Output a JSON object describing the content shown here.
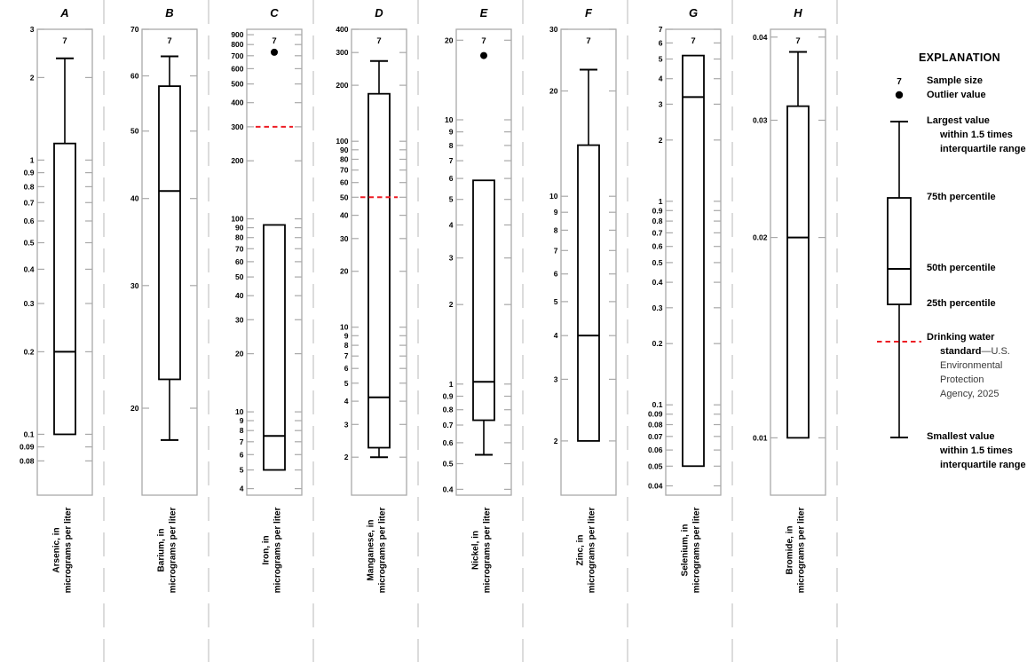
{
  "colors": {
    "standard_line": "#ed1c24",
    "frame": "#a9a9a9",
    "separator": "#d8d8d8",
    "box": "#000000"
  },
  "chart_data": [
    {
      "type": "box",
      "panel": "A",
      "title": "A",
      "sample_size": 7,
      "xlabel_lines": [
        "Arsenic, in",
        "micrograms per liter"
      ],
      "yscale": "log",
      "ylim": [
        0.06,
        3
      ],
      "yticks": [
        "3",
        "2",
        "1",
        "0.9",
        "0.8",
        "0.7",
        "0.6",
        "0.5",
        "0.4",
        "0.3",
        "0.2",
        "0.1",
        "0.09",
        "0.08"
      ],
      "box": {
        "whisker_high": 2.35,
        "q3": 1.15,
        "median": 0.2,
        "q1": 0.1,
        "whisker_low": null
      },
      "outliers": [],
      "drinking_water_standard": null
    },
    {
      "type": "box",
      "panel": "B",
      "title": "B",
      "sample_size": 7,
      "xlabel_lines": [
        "Barium, in",
        "micrograms per liter"
      ],
      "yscale": "log",
      "ylim": [
        15,
        70
      ],
      "yticks": [
        "70",
        "60",
        "50",
        "40",
        "30",
        "20"
      ],
      "box": {
        "whisker_high": 64,
        "q3": 58,
        "median": 41,
        "q1": 22,
        "whisker_low": 18
      },
      "outliers": [],
      "drinking_water_standard": null
    },
    {
      "type": "box",
      "panel": "C",
      "title": "C",
      "sample_size": 7,
      "xlabel_lines": [
        "Iron, in",
        "micrograms per liter"
      ],
      "yscale": "log",
      "ylim": [
        3.7,
        960
      ],
      "yticks": [
        "900",
        "800",
        "700",
        "600",
        "500",
        "400",
        "300",
        "200",
        "100",
        "90",
        "80",
        "70",
        "60",
        "50",
        "40",
        "30",
        "20",
        "10",
        "9",
        "8",
        "7",
        "6",
        "5",
        "4"
      ],
      "box": {
        "whisker_high": null,
        "q3": 93,
        "median": 7.5,
        "q1": 5,
        "whisker_low": null
      },
      "outliers": [
        730
      ],
      "drinking_water_standard": 300
    },
    {
      "type": "box",
      "panel": "D",
      "title": "D",
      "sample_size": 7,
      "xlabel_lines": [
        "Manganese, in",
        "micrograms per liter"
      ],
      "yscale": "log",
      "ylim": [
        1.25,
        400
      ],
      "yticks": [
        "400",
        "300",
        "200",
        "100",
        "90",
        "80",
        "70",
        "60",
        "50",
        "40",
        "30",
        "20",
        "10",
        "9",
        "8",
        "7",
        "6",
        "5",
        "4",
        "3",
        "2"
      ],
      "box": {
        "whisker_high": 270,
        "q3": 180,
        "median": 4.2,
        "q1": 2.25,
        "whisker_low": 2.0
      },
      "outliers": [],
      "drinking_water_standard": 50
    },
    {
      "type": "box",
      "panel": "E",
      "title": "E",
      "sample_size": 7,
      "xlabel_lines": [
        "Nickel, in",
        "micrograms per liter"
      ],
      "yscale": "log",
      "ylim": [
        0.38,
        22
      ],
      "yticks": [
        "20",
        "10",
        "9",
        "8",
        "7",
        "6",
        "5",
        "4",
        "3",
        "2",
        "1",
        "0.9",
        "0.8",
        "0.7",
        "0.6",
        "0.5",
        "0.4"
      ],
      "box": {
        "whisker_high": null,
        "q3": 5.9,
        "median": 1.02,
        "q1": 0.73,
        "whisker_low": 0.54
      },
      "outliers": [
        17.5
      ],
      "drinking_water_standard": null
    },
    {
      "type": "box",
      "panel": "F",
      "title": "F",
      "sample_size": 7,
      "xlabel_lines": [
        "Zinc, in",
        "micrograms per liter"
      ],
      "yscale": "log",
      "ylim": [
        1.4,
        30
      ],
      "yticks": [
        "30",
        "20",
        "10",
        "9",
        "8",
        "7",
        "6",
        "5",
        "4",
        "3",
        "2"
      ],
      "box": {
        "whisker_high": 23,
        "q3": 14,
        "median": 4,
        "q1": 2,
        "whisker_low": null
      },
      "outliers": [],
      "drinking_water_standard": null
    },
    {
      "type": "box",
      "panel": "G",
      "title": "G",
      "sample_size": 7,
      "xlabel_lines": [
        "Selenium, in",
        "micrograms per liter"
      ],
      "yscale": "log",
      "ylim": [
        0.036,
        7
      ],
      "yticks": [
        "7",
        "6",
        "5",
        "4",
        "3",
        "2",
        "1",
        "0.9",
        "0.8",
        "0.7",
        "0.6",
        "0.5",
        "0.4",
        "0.3",
        "0.2",
        "0.1",
        "0.09",
        "0.08",
        "0.07",
        "0.06",
        "0.05",
        "0.04"
      ],
      "box": {
        "whisker_high": null,
        "q3": 5.2,
        "median": 3.25,
        "q1": 0.05,
        "whisker_low": null
      },
      "outliers": [],
      "drinking_water_standard": null
    },
    {
      "type": "box",
      "panel": "H",
      "title": "H",
      "sample_size": 7,
      "xlabel_lines": [
        "Bromide, in",
        "micrograms per liter"
      ],
      "yscale": "log",
      "ylim": [
        0.0082,
        0.0411
      ],
      "yticks": [
        "0.04",
        "0.03",
        "0.02",
        "0.01"
      ],
      "box": {
        "whisker_high": 0.038,
        "q3": 0.0315,
        "median": 0.02,
        "q1": 0.01,
        "whisker_low": null
      },
      "outliers": [],
      "drinking_water_standard": null
    }
  ],
  "legend": {
    "title": "EXPLANATION",
    "sample_size_symbol": "7",
    "sample_size_label": "Sample size",
    "outlier_label": "Outlier value",
    "largest": [
      "Largest value",
      "within 1.5 times",
      "interquartile range"
    ],
    "p75": "75th percentile",
    "p50": "50th percentile",
    "p25": "25th percentile",
    "standard_line1": "Drinking water",
    "standard_line2_bold": "standard",
    "standard_line2_rest": "—U.S.",
    "standard_lines_rest": [
      "Environmental",
      "Protection",
      "Agency, 2025"
    ],
    "smallest": [
      "Smallest value",
      "within 1.5 times",
      "interquartile range"
    ]
  }
}
